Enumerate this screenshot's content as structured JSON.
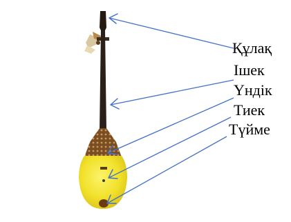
{
  "labels": {
    "kulak": "Құлақ",
    "ishek": "Ішек",
    "undik": "Үндік",
    "tiek": "Тиек",
    "tuime": "Түйме"
  },
  "colors": {
    "pointer": "#4472c4",
    "body_yellow": "#f2e12a",
    "neck": "#2a2019",
    "ornament": "#8b5a2b",
    "label_text": "#000000"
  }
}
